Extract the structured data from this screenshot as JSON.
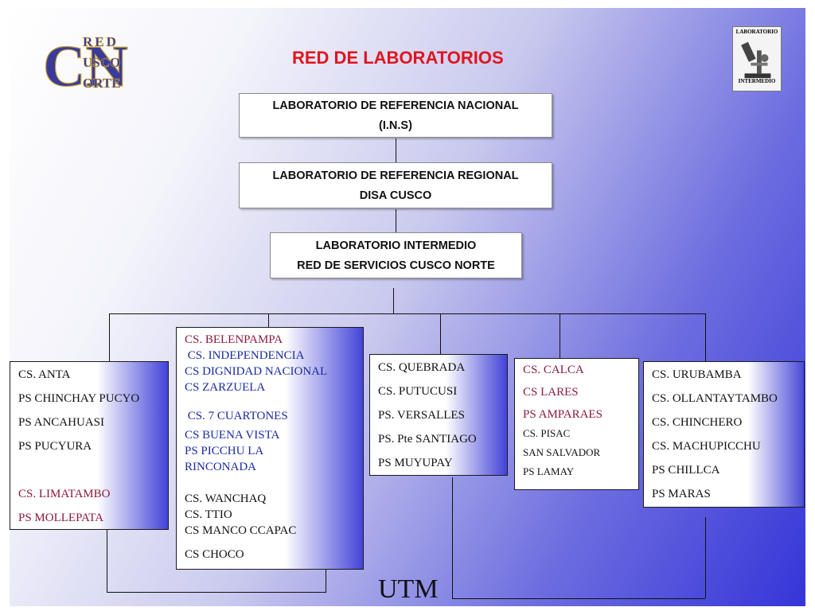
{
  "title": "RED DE LABORATORIOS",
  "logo": {
    "big_letters": "CN",
    "word_top": "RED",
    "word_mid": "USCO",
    "word_bottom": "ORTE"
  },
  "badge": {
    "top": "LABORATORIO",
    "bottom": "INTERMEDIO",
    "icon": "microscope-icon"
  },
  "boxes": {
    "national": [
      "LABORATORIO DE REFERENCIA NACIONAL",
      "(I.N.S)"
    ],
    "regional": [
      "LABORATORIO DE REFERENCIA REGIONAL",
      "DISA CUSCO"
    ],
    "intermediate": [
      "LABORATORIO INTERMEDIO",
      "RED DE SERVICIOS CUSCO NORTE"
    ]
  },
  "columns": [
    {
      "items": [
        "CS. ANTA",
        "PS CHINCHAY PUCYO",
        "PS ANCAHUASI",
        "PS PUCYURA",
        "CS. LIMATAMBO",
        "PS MOLLEPATA"
      ]
    },
    {
      "items": [
        "CS. BELENPAMPA",
        " CS. INDEPENDENCIA",
        "CS DIGNIDAD NACIONAL",
        "CS ZARZUELA",
        " CS. 7 CUARTONES",
        "CS BUENA VISTA",
        "PS PICCHU LA",
        "RINCONADA",
        "CS. WANCHAQ",
        "CS. TTIO",
        "CS MANCO CCAPAC",
        "CS CHOCO"
      ]
    },
    {
      "items": [
        "CS. QUEBRADA",
        "CS. PUTUCUSI",
        "PS. VERSALLES",
        "PS. Pte SANTIAGO",
        "PS MUYUPAY"
      ]
    },
    {
      "items": [
        "CS. CALCA",
        "CS LARES",
        "PS AMPARAES",
        "CS. PISAC",
        "SAN SALVADOR",
        "PS LAMAY"
      ]
    },
    {
      "items": [
        "CS. URUBAMBA",
        "CS. OLLANTAYTAMBO",
        "CS. CHINCHERO",
        "CS. MACHUPICCHU",
        "PS CHILLCA",
        "PS MARAS"
      ]
    }
  ],
  "footer_label": "UTM",
  "colors": {
    "title": "#e0141e",
    "highlight_red": "#8b1a3a",
    "highlight_blue": "#1a2aa0",
    "background_gradient_end": "#3535d8"
  }
}
